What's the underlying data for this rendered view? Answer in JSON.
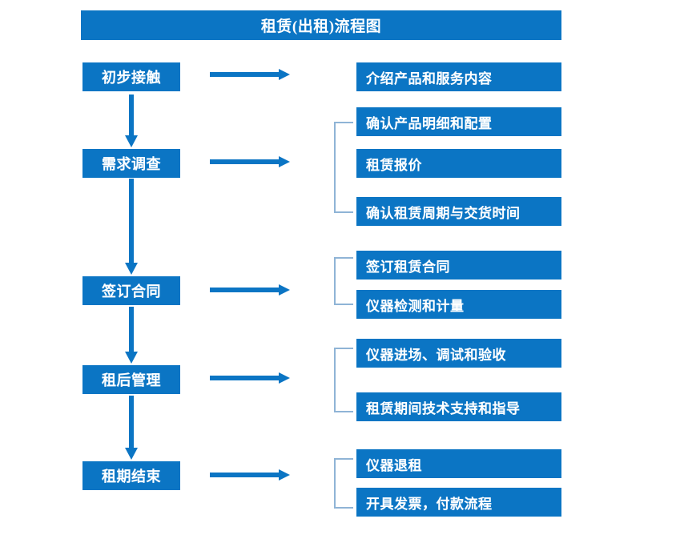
{
  "diagram": {
    "title": "租赁(出租)流程图",
    "accent_color": "#0b75c4",
    "bracket_color": "#8fb4d6",
    "text_color": "#ffffff",
    "background_color": "#ffffff",
    "type": "flowchart",
    "stages": [
      {
        "id": "stage-1",
        "label": "初步接触",
        "details": [
          "介绍产品和服务内容"
        ],
        "bracketed": false
      },
      {
        "id": "stage-2",
        "label": "需求调查",
        "details": [
          "确认产品明细和配置",
          "租赁报价",
          "确认租赁周期与交货时间"
        ],
        "bracketed": true
      },
      {
        "id": "stage-3",
        "label": "签订合同",
        "details": [
          "签订租赁合同",
          "仪器检测和计量"
        ],
        "bracketed": true
      },
      {
        "id": "stage-4",
        "label": "租后管理",
        "details": [
          "仪器进场、调试和验收",
          "租赁期间技术支持和指导"
        ],
        "bracketed": true
      },
      {
        "id": "stage-5",
        "label": "租期结束",
        "details": [
          "仪器退租",
          "开具发票，付款流程"
        ],
        "bracketed": true
      }
    ],
    "detail_boxes": [
      "介绍产品和服务内容",
      "确认产品明细和配置",
      "租赁报价",
      "确认租赁周期与交货时间",
      "签订租赁合同",
      "仪器检测和计量",
      "仪器进场、调试和验收",
      "租赁期间技术支持和指导",
      "仪器退租",
      "开具发票，付款流程"
    ],
    "stage_labels": [
      "初步接触",
      "需求调查",
      "签订合同",
      "租后管理",
      "租期结束"
    ],
    "connector_count_vertical": 4,
    "connector_count_horizontal": 5,
    "bracket_count": 4
  }
}
